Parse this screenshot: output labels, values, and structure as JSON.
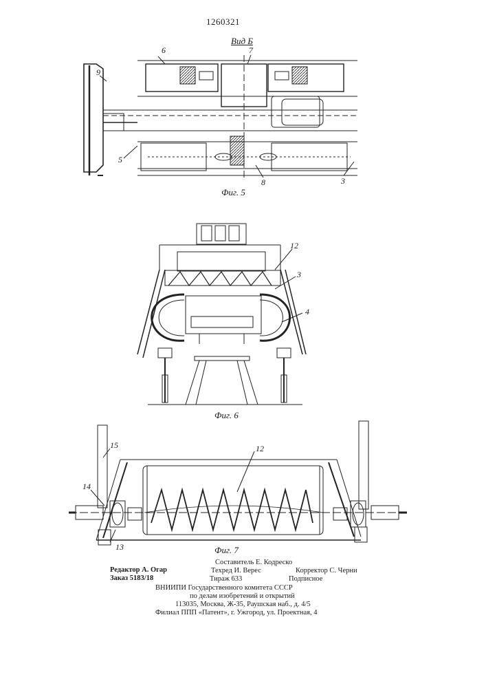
{
  "patent_number": "1260321",
  "figures": {
    "fig5": {
      "view_label": "Вид Б",
      "caption": "Фиг. 5",
      "labels": [
        "6",
        "7",
        "9",
        "5",
        "8",
        "3"
      ]
    },
    "fig6": {
      "caption": "Фиг. 6",
      "labels": [
        "12",
        "3",
        "4"
      ]
    },
    "fig7": {
      "caption": "Фиг. 7",
      "labels": [
        "15",
        "12",
        "14",
        "13"
      ]
    }
  },
  "imprint": {
    "editor": "Редактор А. Огар",
    "order": "Заказ 5183/18",
    "compiler": "Составитель Е. Кодреско",
    "techred": "Техред И. Верес",
    "corrector": "Корректор С. Черни",
    "circulation": "Тираж 633",
    "subscription": "Подписное",
    "org1": "ВНИИПИ Государственного комитета СССР",
    "org2": "по делам изобретений и открытий",
    "address": "113035, Москва, Ж-35, Раушская наб., д. 4/5",
    "branch": "Филиал ППП «Патент», г. Ужгород, ул. Проектная, 4"
  }
}
